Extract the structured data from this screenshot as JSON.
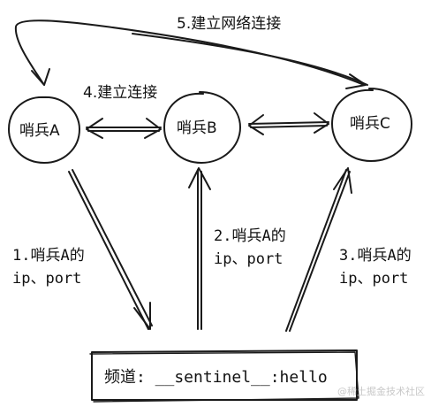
{
  "nodes": {
    "a": {
      "label": "哨兵A"
    },
    "b": {
      "label": "哨兵B"
    },
    "c": {
      "label": "哨兵C"
    }
  },
  "edges": {
    "network": {
      "label": "5.建立网络连接"
    },
    "connect": {
      "label": "4.建立连接"
    },
    "a_to_channel": {
      "line1": "1.哨兵A的",
      "line2": "ip、port"
    },
    "channel_to_b": {
      "line1": "2.哨兵A的",
      "line2": "ip、port"
    },
    "channel_to_c": {
      "line1": "3.哨兵A的",
      "line2": "ip、port"
    }
  },
  "channel": {
    "label": "频道: __sentinel__:hello"
  },
  "watermark": "@稀土掘金技术社区"
}
